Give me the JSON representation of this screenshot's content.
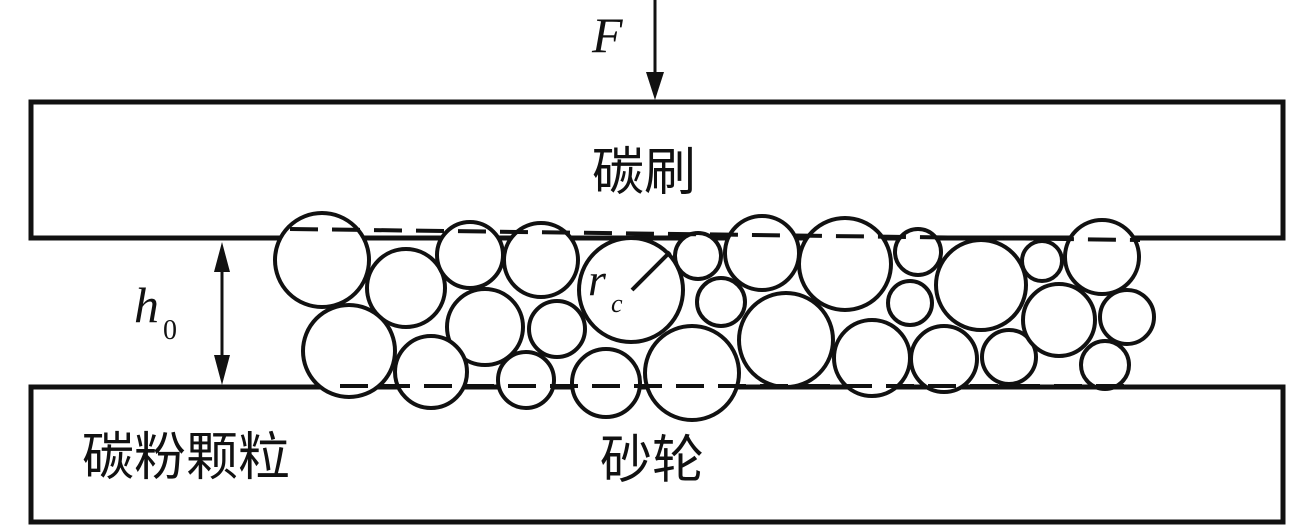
{
  "labels": {
    "force": "F",
    "brush": "碳刷",
    "wheel": "砂轮",
    "particles": "碳粉颗粒",
    "gap_h": "h",
    "gap_sub": "0",
    "radius_r": "r",
    "radius_sub": "c"
  },
  "colors": {
    "stroke": "#111111",
    "background": "#ffffff"
  }
}
